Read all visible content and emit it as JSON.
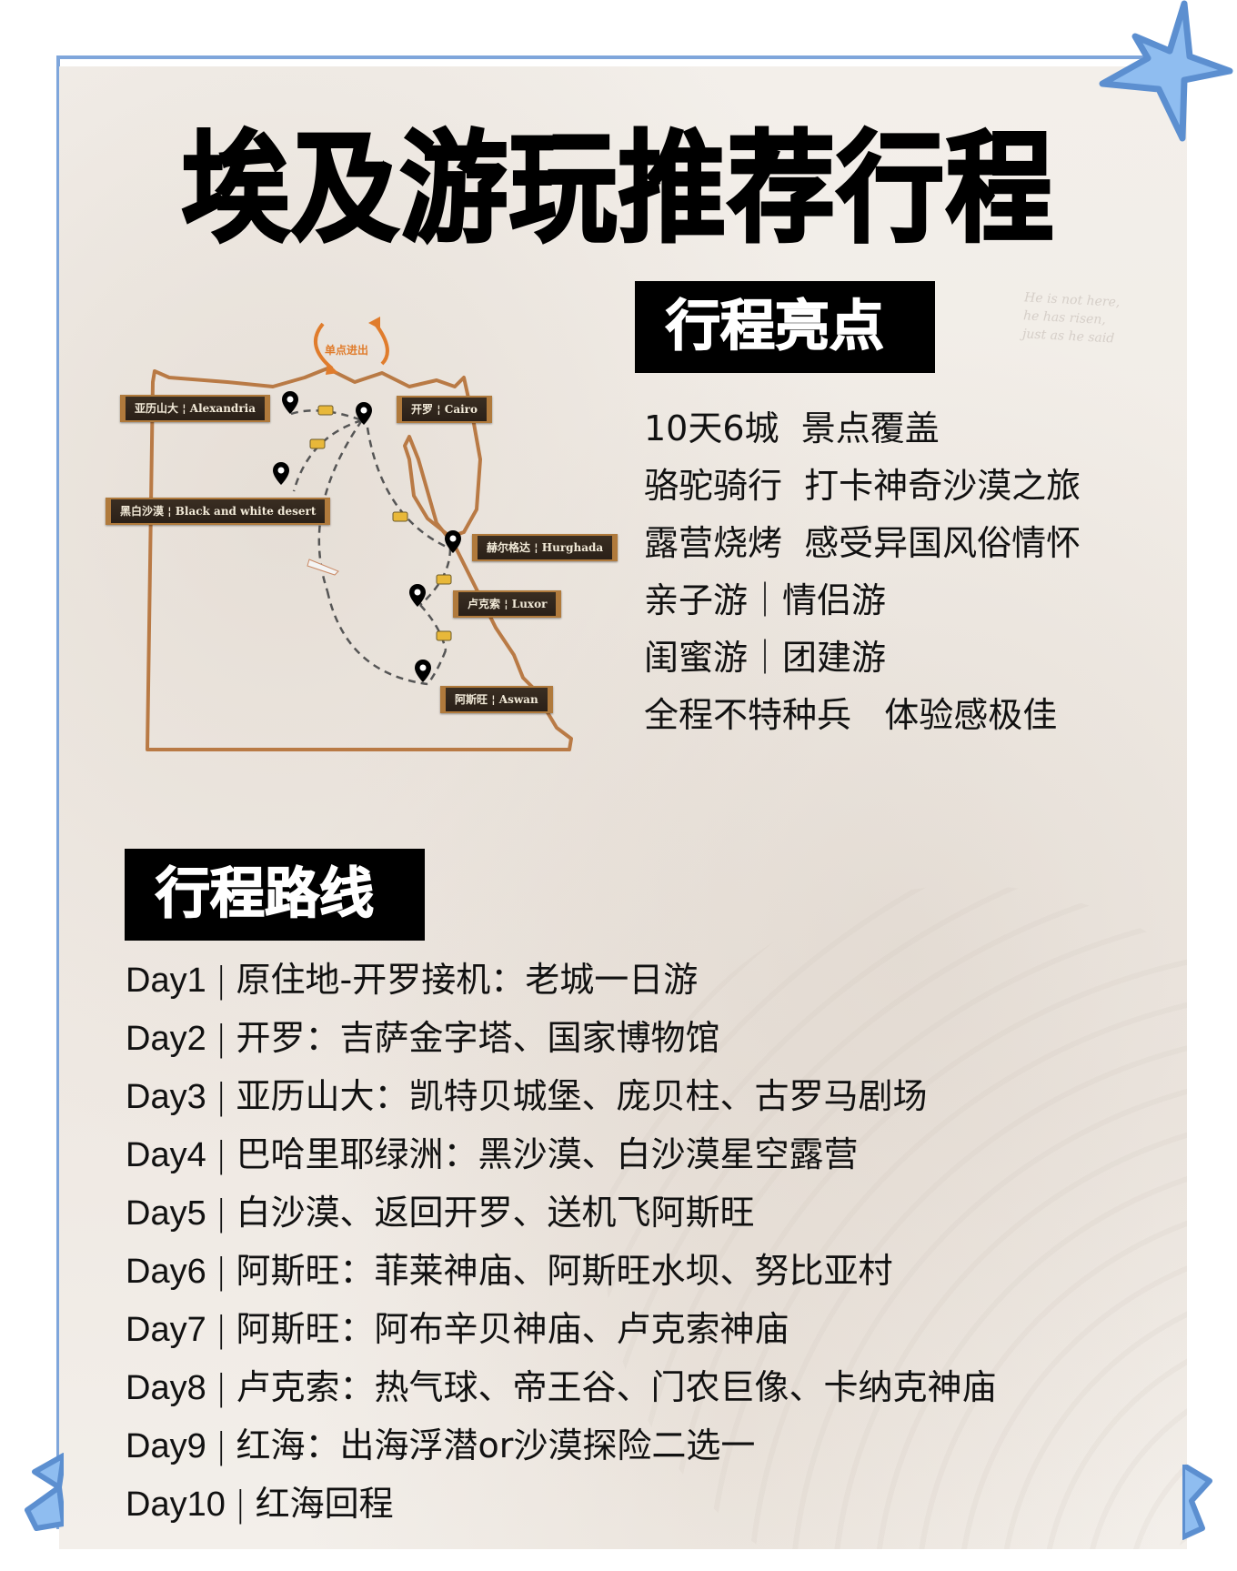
{
  "title": "埃及游玩推荐行程",
  "highlights": {
    "heading": "行程亮点",
    "items": [
      "10天6城  景点覆盖",
      "骆驼骑行  打卡神奇沙漠之旅",
      "露营烧烤  感受异国风俗情怀",
      "亲子游｜情侣游",
      "闺蜜游｜团建游",
      "全程不特种兵   体验感极佳"
    ]
  },
  "map": {
    "entry_note": "单点进出",
    "cities": [
      {
        "zh": "亚历山大",
        "en": "Alexandria"
      },
      {
        "zh": "开罗",
        "en": "Cairo"
      },
      {
        "zh": "黑白沙漠",
        "en": "Black and white desert"
      },
      {
        "zh": "赫尔格达",
        "en": "Hurghada"
      },
      {
        "zh": "卢克索",
        "en": "Luxor"
      },
      {
        "zh": "阿斯旺",
        "en": "Aswan"
      }
    ],
    "label_separator": "¦",
    "colors": {
      "border": "#b97a45",
      "label_bg": "#2f251c",
      "label_frame": "#b07a3c",
      "arrow": "#e07c2c",
      "route": "#555555"
    }
  },
  "route": {
    "heading": "行程路线",
    "separator": "|",
    "days": [
      {
        "day": "Day1",
        "text": "原住地-开罗接机：老城一日游"
      },
      {
        "day": "Day2",
        "text": "开罗：吉萨金字塔、国家博物馆"
      },
      {
        "day": "Day3",
        "text": "亚历山大：凯特贝城堡、庞贝柱、古罗马剧场"
      },
      {
        "day": "Day4",
        "text": "巴哈里耶绿洲：黑沙漠、白沙漠星空露营"
      },
      {
        "day": "Day5",
        "text": "白沙漠、返回开罗、送机飞阿斯旺"
      },
      {
        "day": "Day6",
        "text": "阿斯旺：菲莱神庙、阿斯旺水坝、努比亚村"
      },
      {
        "day": "Day7",
        "text": "阿斯旺：阿布辛贝神庙、卢克索神庙"
      },
      {
        "day": "Day8",
        "text": "卢克索：热气球、帝王谷、门农巨像、卡纳克神庙"
      },
      {
        "day": "Day9",
        "text": "红海：出海浮潜or沙漠探险二选一"
      },
      {
        "day": "Day10",
        "text": "红海回程"
      }
    ]
  },
  "decor": {
    "frame_color": "#7fa6db",
    "star_fill": "#8fbdf0",
    "star_stroke": "#5c8fd0",
    "ghost_lines": [
      "He is not here,",
      "he has risen,",
      "just as he said"
    ]
  }
}
